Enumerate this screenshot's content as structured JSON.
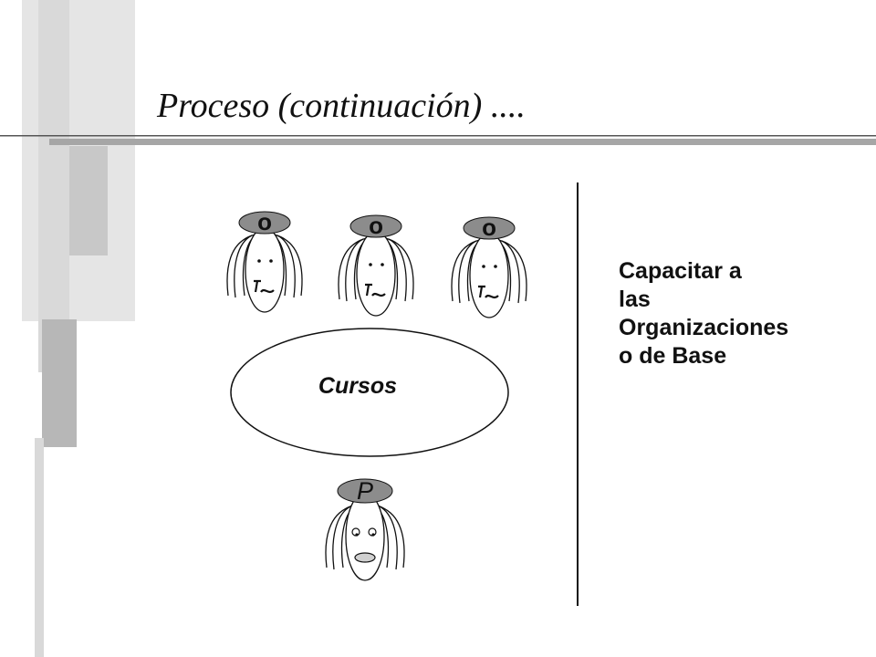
{
  "slide": {
    "title": "Proceso (continuación) ....",
    "side_text_lines": [
      "Capacitar a",
      "las",
      "Organizaciones",
      "o de Base"
    ]
  },
  "diagram": {
    "organization_faces": [
      {
        "label": "o"
      },
      {
        "label": "o"
      },
      {
        "label": "o"
      }
    ],
    "center_label": "Cursos",
    "promoter_face": {
      "label": "P"
    }
  },
  "colors": {
    "decor_light": "#e5e5e5",
    "decor_mid": "#c8c8c8",
    "decor_dark": "#b7b7b7",
    "rule": "#a6a6a6",
    "hat": "#8c8c8c",
    "ink": "#111111"
  }
}
